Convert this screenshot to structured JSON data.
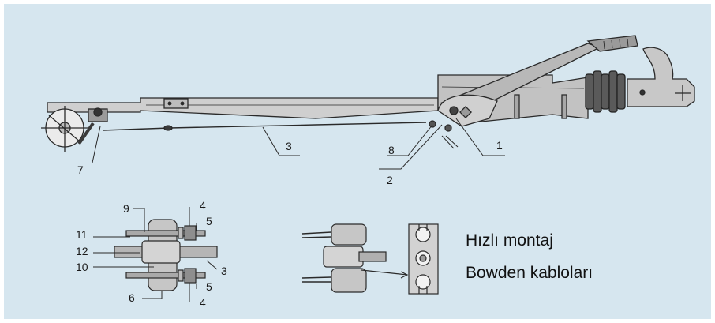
{
  "colors": {
    "panel_background": "#d6e6ef",
    "ink": "#2a2a2a",
    "metal_fill": "#c9c9c9",
    "metal_dark": "#8f8f8f"
  },
  "callouts": {
    "top": [
      "1",
      "2",
      "3",
      "7",
      "8"
    ],
    "detail_left": [
      "9",
      "4",
      "5",
      "11",
      "12",
      "10",
      "3",
      "6",
      "5",
      "4"
    ]
  },
  "caption": {
    "line1": "Hızlı montaj",
    "line2": "Bowden kabloları"
  }
}
